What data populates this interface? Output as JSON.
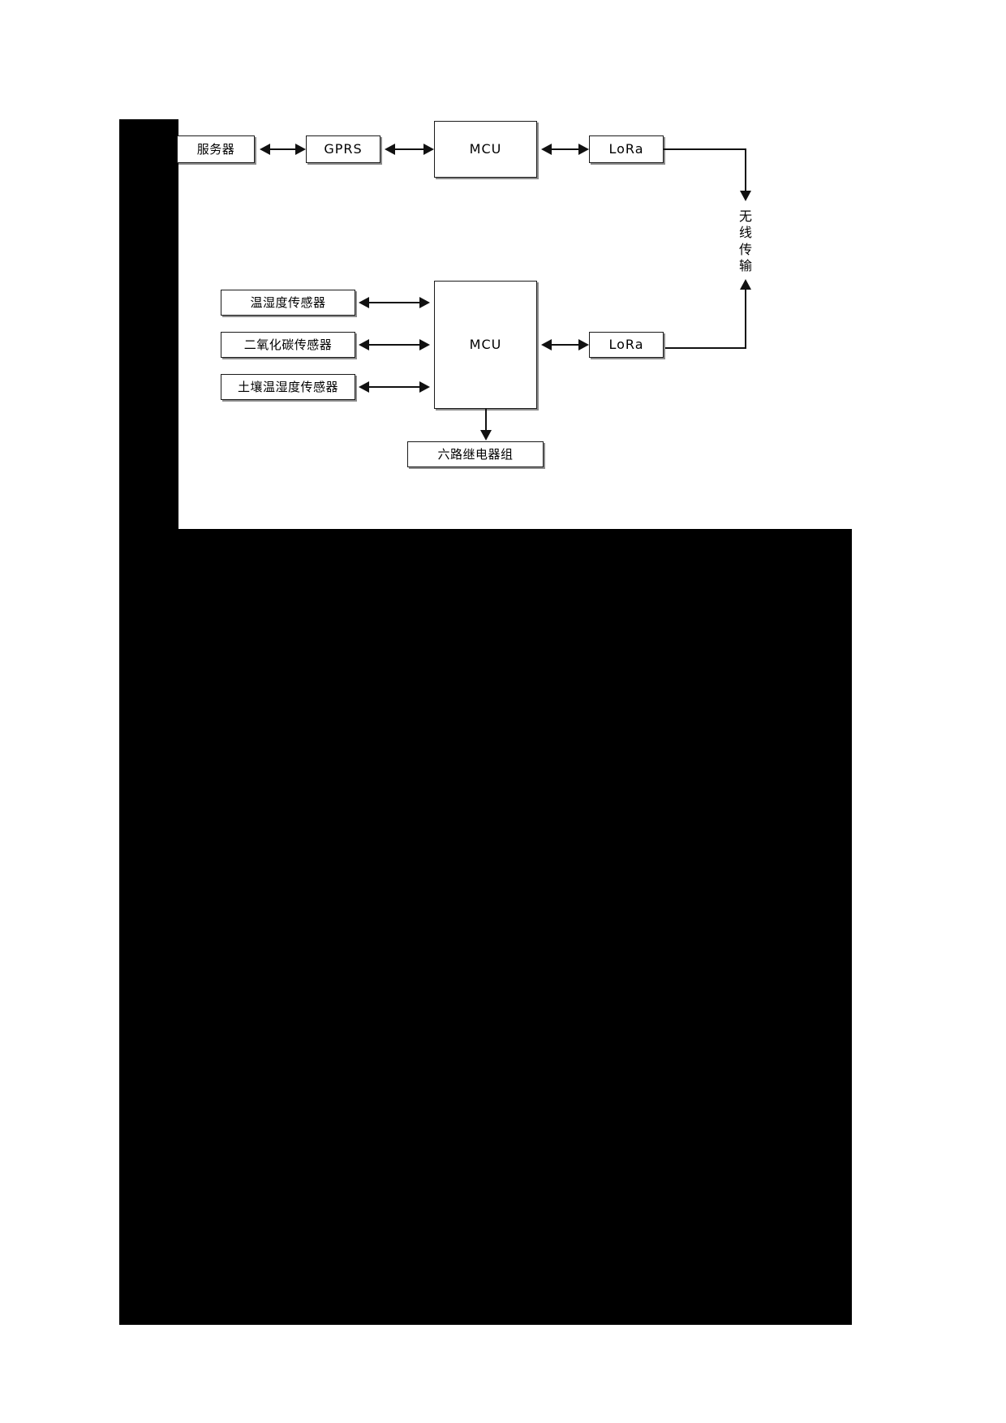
{
  "figure": {
    "type": "block-diagram",
    "title": "",
    "nodes": {
      "server": {
        "label": "服务器"
      },
      "gprs": {
        "label": "GPRS"
      },
      "mcu_top": {
        "label": "MCU"
      },
      "lora_top": {
        "label": "LoRa"
      },
      "temp_humidity_sensor": {
        "label": "温湿度传感器"
      },
      "co2_sensor": {
        "label": "二氧化碳传感器"
      },
      "soil_sensor": {
        "label": "土壤温湿度传感器"
      },
      "mcu_bottom": {
        "label": "MCU"
      },
      "lora_bottom": {
        "label": "LoRa"
      },
      "relay_group": {
        "label": "六路继电器组"
      }
    },
    "annotations": {
      "wireless_link": "无线传输",
      "wireless_link_chars": [
        "无",
        "线",
        "传",
        "输"
      ]
    },
    "edges": [
      {
        "from": "server",
        "to": "gprs",
        "kind": "bidirectional"
      },
      {
        "from": "gprs",
        "to": "mcu_top",
        "kind": "bidirectional"
      },
      {
        "from": "mcu_top",
        "to": "lora_top",
        "kind": "bidirectional"
      },
      {
        "from": "lora_top",
        "to": "lora_bottom",
        "kind": "bidirectional",
        "label": "无线传输"
      },
      {
        "from": "temp_humidity_sensor",
        "to": "mcu_bottom",
        "kind": "bidirectional"
      },
      {
        "from": "co2_sensor",
        "to": "mcu_bottom",
        "kind": "bidirectional"
      },
      {
        "from": "soil_sensor",
        "to": "mcu_bottom",
        "kind": "bidirectional"
      },
      {
        "from": "mcu_bottom",
        "to": "lora_bottom",
        "kind": "bidirectional"
      },
      {
        "from": "mcu_bottom",
        "to": "relay_group",
        "kind": "directional"
      }
    ],
    "colors": {
      "line": "#111111",
      "box_border": "#1a1a1a",
      "box_shadow": "#8c8c8c",
      "panel_background": "#ffffff",
      "page_block": "#000000"
    }
  }
}
